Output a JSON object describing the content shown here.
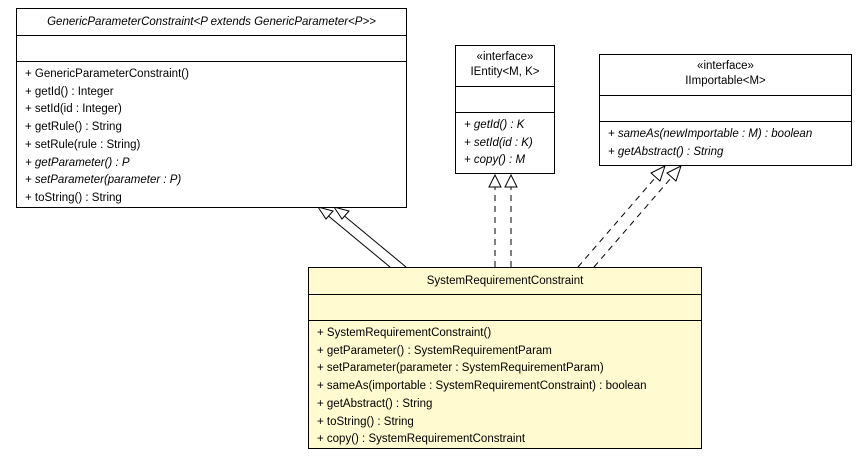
{
  "classes": {
    "generic": {
      "name": "GenericParameterConstraint<P extends GenericParameter<P>>",
      "operations": [
        {
          "text": "+ GenericParameterConstraint()",
          "abstract": false
        },
        {
          "text": "+ getId() : Integer",
          "abstract": false
        },
        {
          "text": "+ setId(id : Integer)",
          "abstract": false
        },
        {
          "text": "+ getRule() : String",
          "abstract": false
        },
        {
          "text": "+ setRule(rule : String)",
          "abstract": false
        },
        {
          "text": "+ getParameter() : P",
          "abstract": true
        },
        {
          "text": "+ setParameter(parameter : P)",
          "abstract": true
        },
        {
          "text": "+ toString() : String",
          "abstract": false
        }
      ]
    },
    "ientity": {
      "stereotype": "«interface»",
      "name": "IEntity<M, K>",
      "operations": [
        {
          "text": "+ getId() : K",
          "abstract": true
        },
        {
          "text": "+ setId(id : K)",
          "abstract": true
        },
        {
          "text": "+ copy() : M",
          "abstract": true
        }
      ]
    },
    "iimportable": {
      "stereotype": "«interface»",
      "name": "IImportable<M>",
      "operations": [
        {
          "text": "+ sameAs(newImportable : M) : boolean",
          "abstract": true
        },
        {
          "text": "+ getAbstract() : String",
          "abstract": true
        }
      ]
    },
    "src": {
      "name": "SystemRequirementConstraint",
      "operations": [
        {
          "text": "+ SystemRequirementConstraint()",
          "abstract": false
        },
        {
          "text": "+ getParameter() : SystemRequirementParam",
          "abstract": false
        },
        {
          "text": "+ setParameter(parameter : SystemRequirementParam)",
          "abstract": false
        },
        {
          "text": "+ sameAs(importable : SystemRequirementConstraint) : boolean",
          "abstract": false
        },
        {
          "text": "+ getAbstract() : String",
          "abstract": false
        },
        {
          "text": "+ toString() : String",
          "abstract": false
        },
        {
          "text": "+ copy() : SystemRequirementConstraint",
          "abstract": false
        }
      ]
    }
  },
  "relations": [
    {
      "from": "src",
      "to": "generic",
      "kind": "generalization"
    },
    {
      "from": "src",
      "to": "ientity",
      "kind": "realization"
    },
    {
      "from": "src",
      "to": "iimportable",
      "kind": "realization"
    }
  ]
}
